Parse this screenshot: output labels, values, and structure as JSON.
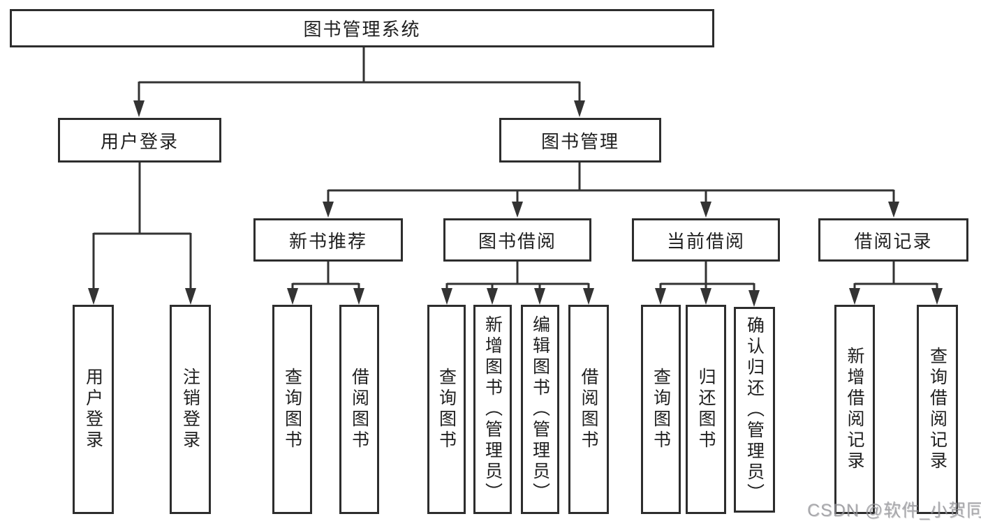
{
  "diagram": {
    "type": "hierarchy-tree",
    "tree": {
      "root": {
        "label": "图书管理系统",
        "children": [
          {
            "label": "用户登录",
            "children": [
              {
                "label": "用户登录"
              },
              {
                "label": "注销登录"
              }
            ]
          },
          {
            "label": "图书管理",
            "children": [
              {
                "label": "新书推荐",
                "children": [
                  {
                    "label": "查询图书"
                  },
                  {
                    "label": "借阅图书"
                  }
                ]
              },
              {
                "label": "图书借阅",
                "children": [
                  {
                    "label": "查询图书"
                  },
                  {
                    "label": "新增图书（管理员）"
                  },
                  {
                    "label": "编辑图书（管理员）"
                  },
                  {
                    "label": "借阅图书"
                  }
                ]
              },
              {
                "label": "当前借阅",
                "children": [
                  {
                    "label": "查询图书"
                  },
                  {
                    "label": "归还图书"
                  },
                  {
                    "label": "确认归还（管理员）"
                  }
                ]
              },
              {
                "label": "借阅记录",
                "children": [
                  {
                    "label": "新增借阅记录"
                  },
                  {
                    "label": "查询借阅记录"
                  }
                ]
              }
            ]
          }
        ]
      }
    },
    "colors": {
      "line": "#333333",
      "box_border": "#2d2d2d",
      "box_fill": "#ffffff",
      "text": "#1f1f1f",
      "watermark": "#96969b"
    }
  },
  "watermark": {
    "text": "CSDN @软件_小贺同学"
  }
}
